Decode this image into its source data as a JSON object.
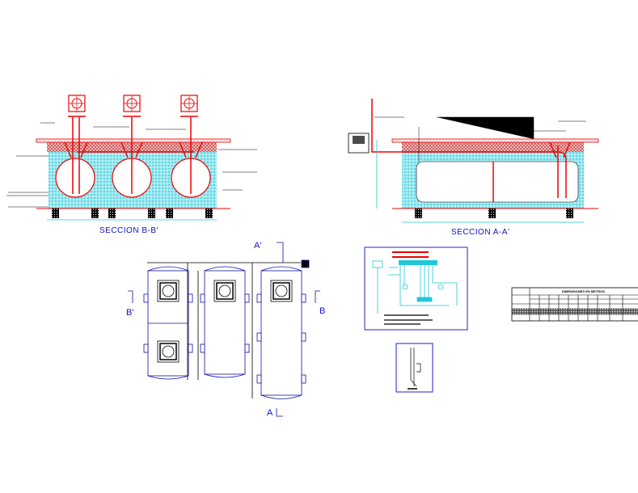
{
  "drawing": {
    "section_bb": {
      "title": "SECCION B-B'"
    },
    "section_aa": {
      "title": "SECCION A-A'"
    },
    "plan": {
      "marker_a_top": "A'",
      "marker_a_bottom": "A",
      "marker_b_left": "B'",
      "marker_b_right": "B"
    },
    "table": {
      "header": "DIMENSIONES EN METROS"
    }
  },
  "colors": {
    "pipe": "#e00000",
    "fill": "#20c8d8",
    "outline": "#1010a0",
    "annotation": "#000000"
  }
}
